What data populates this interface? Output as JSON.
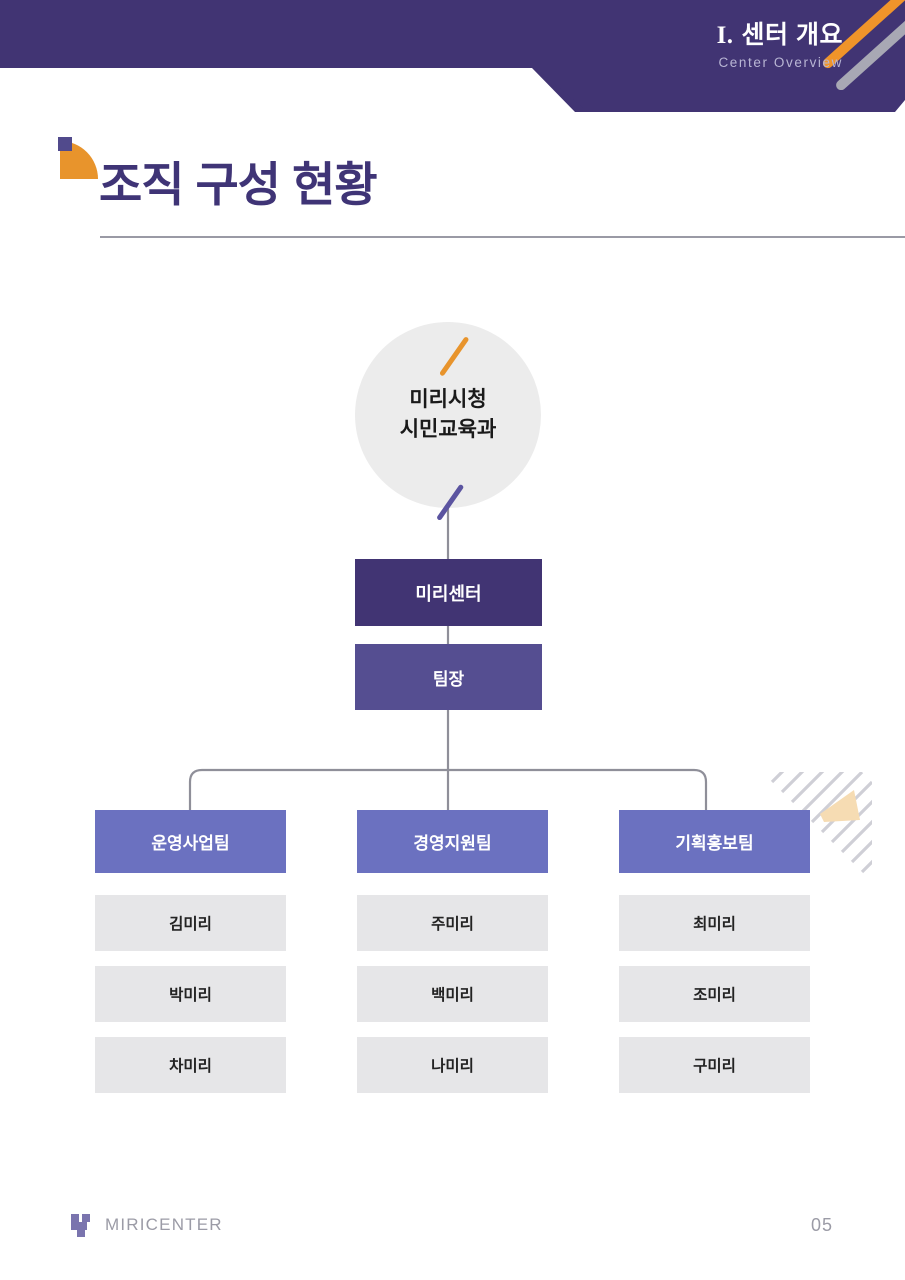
{
  "header": {
    "section_number": "I.",
    "section_title_kr": "센터 개요",
    "section_title_en": "Center Overview"
  },
  "page": {
    "title": "조직 구성 현황",
    "number": "05"
  },
  "footer": {
    "brand": "MIRICENTER"
  },
  "colors": {
    "banner_purple": "#413473",
    "dark_purple": "#413473",
    "mid_purple": "#554e91",
    "team_purple": "#6b71c0",
    "member_gray": "#e6e6e8",
    "circle_gray": "#ececec",
    "accent_orange": "#e8942c",
    "accent_gray": "#a8a8b4",
    "rule_gray": "#9a9aa5",
    "footer_gray": "#9b9ba6"
  },
  "org_chart": {
    "root": {
      "line1": "미리시청",
      "line2": "시민교육과"
    },
    "center": "미리센터",
    "lead": "팀장",
    "teams": [
      {
        "name": "운영사업팀",
        "members": [
          "김미리",
          "박미리",
          "차미리"
        ]
      },
      {
        "name": "경영지원팀",
        "members": [
          "주미리",
          "백미리",
          "나미리"
        ]
      },
      {
        "name": "기획홍보팀",
        "members": [
          "최미리",
          "조미리",
          "구미리"
        ]
      }
    ]
  }
}
